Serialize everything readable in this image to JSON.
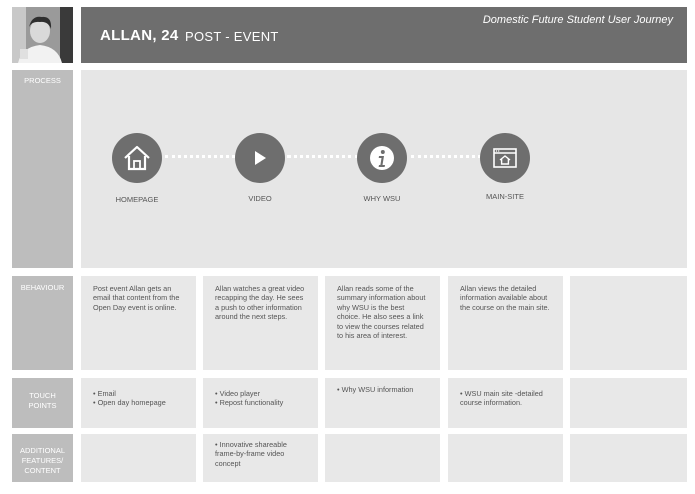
{
  "header": {
    "name": "ALLAN, 24",
    "subtitle": "POST - EVENT",
    "journey": "Domestic Future Student User Journey"
  },
  "labels": {
    "process": "PROCESS",
    "behaviour": "BEHAVIOUR",
    "touch_points": "TOUCH POINTS",
    "additional": "ADDITIONAL FEATURES/ CONTENT"
  },
  "steps": [
    {
      "label": "HOMEPAGE",
      "icon": "house-icon"
    },
    {
      "label": "VIDEO",
      "icon": "play-icon"
    },
    {
      "label": "WHY WSU",
      "icon": "info-icon"
    },
    {
      "label": "MAIN-SITE",
      "icon": "browser-home-icon"
    }
  ],
  "behaviour": [
    "Post event Allan gets an email that content from the Open Day event is online.",
    "Allan watches a great video recapping the day. He sees a push to other information around the next steps.",
    "Allan reads some of the summary information about why WSU is the best choice. He also sees a link to view the courses related to his area of interest.",
    "Allan views the detailed information available about the course on the main site.",
    ""
  ],
  "touch_points": [
    [
      "Email",
      "Open day homepage"
    ],
    [
      "Video player",
      "Repost functionality"
    ],
    [
      "Why WSU information"
    ],
    [
      "WSU main site -detailed course information."
    ],
    []
  ],
  "additional": [
    [],
    [
      "Innovative shareable frame-by-frame video concept"
    ],
    [],
    [],
    []
  ]
}
